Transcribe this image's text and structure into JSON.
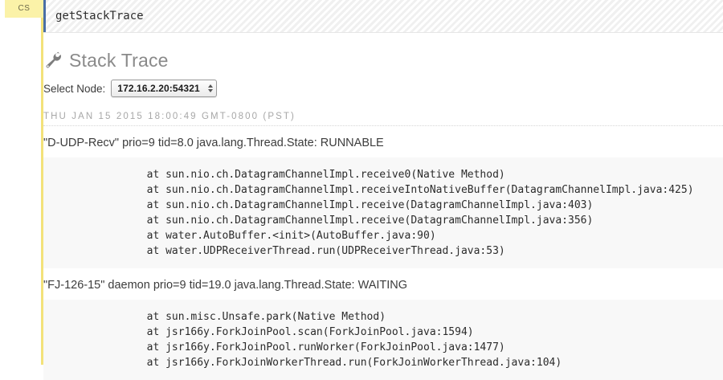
{
  "cell": {
    "badge_label": "CS",
    "input_value": "getStackTrace"
  },
  "panel": {
    "icon": "wrench-icon",
    "title": "Stack Trace",
    "node_label": "Select Node:",
    "node_selected": "172.16.2.20:54321",
    "node_options": [
      "172.16.2.20:54321"
    ],
    "timestamp": "THU JAN 15 2015 18:00:49 GMT-0800 (PST)"
  },
  "threads": [
    {
      "header": "\"D-UDP-Recv\" prio=9 tid=8.0 java.lang.Thread.State: RUNNABLE",
      "frames": [
        "        at sun.nio.ch.DatagramChannelImpl.receive0(Native Method)",
        "        at sun.nio.ch.DatagramChannelImpl.receiveIntoNativeBuffer(DatagramChannelImpl.java:425)",
        "        at sun.nio.ch.DatagramChannelImpl.receive(DatagramChannelImpl.java:403)",
        "        at sun.nio.ch.DatagramChannelImpl.receive(DatagramChannelImpl.java:356)",
        "        at water.AutoBuffer.<init>(AutoBuffer.java:90)",
        "        at water.UDPReceiverThread.run(UDPReceiverThread.java:53)"
      ]
    },
    {
      "header": "\"FJ-126-15\" daemon prio=9 tid=19.0 java.lang.Thread.State: WAITING",
      "frames": [
        "        at sun.misc.Unsafe.park(Native Method)",
        "        at jsr166y.ForkJoinPool.scan(ForkJoinPool.java:1594)",
        "        at jsr166y.ForkJoinPool.runWorker(ForkJoinPool.java:1477)",
        "        at jsr166y.ForkJoinWorkerThread.run(ForkJoinWorkerThread.java:104)"
      ]
    }
  ],
  "colors": {
    "cell_accent": "#f3e27a",
    "badge_bg": "#fbf2a8",
    "caret_bar": "#4a6fa5",
    "code_bg": "#f8f8f8",
    "title_gray": "#8a8a8a"
  }
}
